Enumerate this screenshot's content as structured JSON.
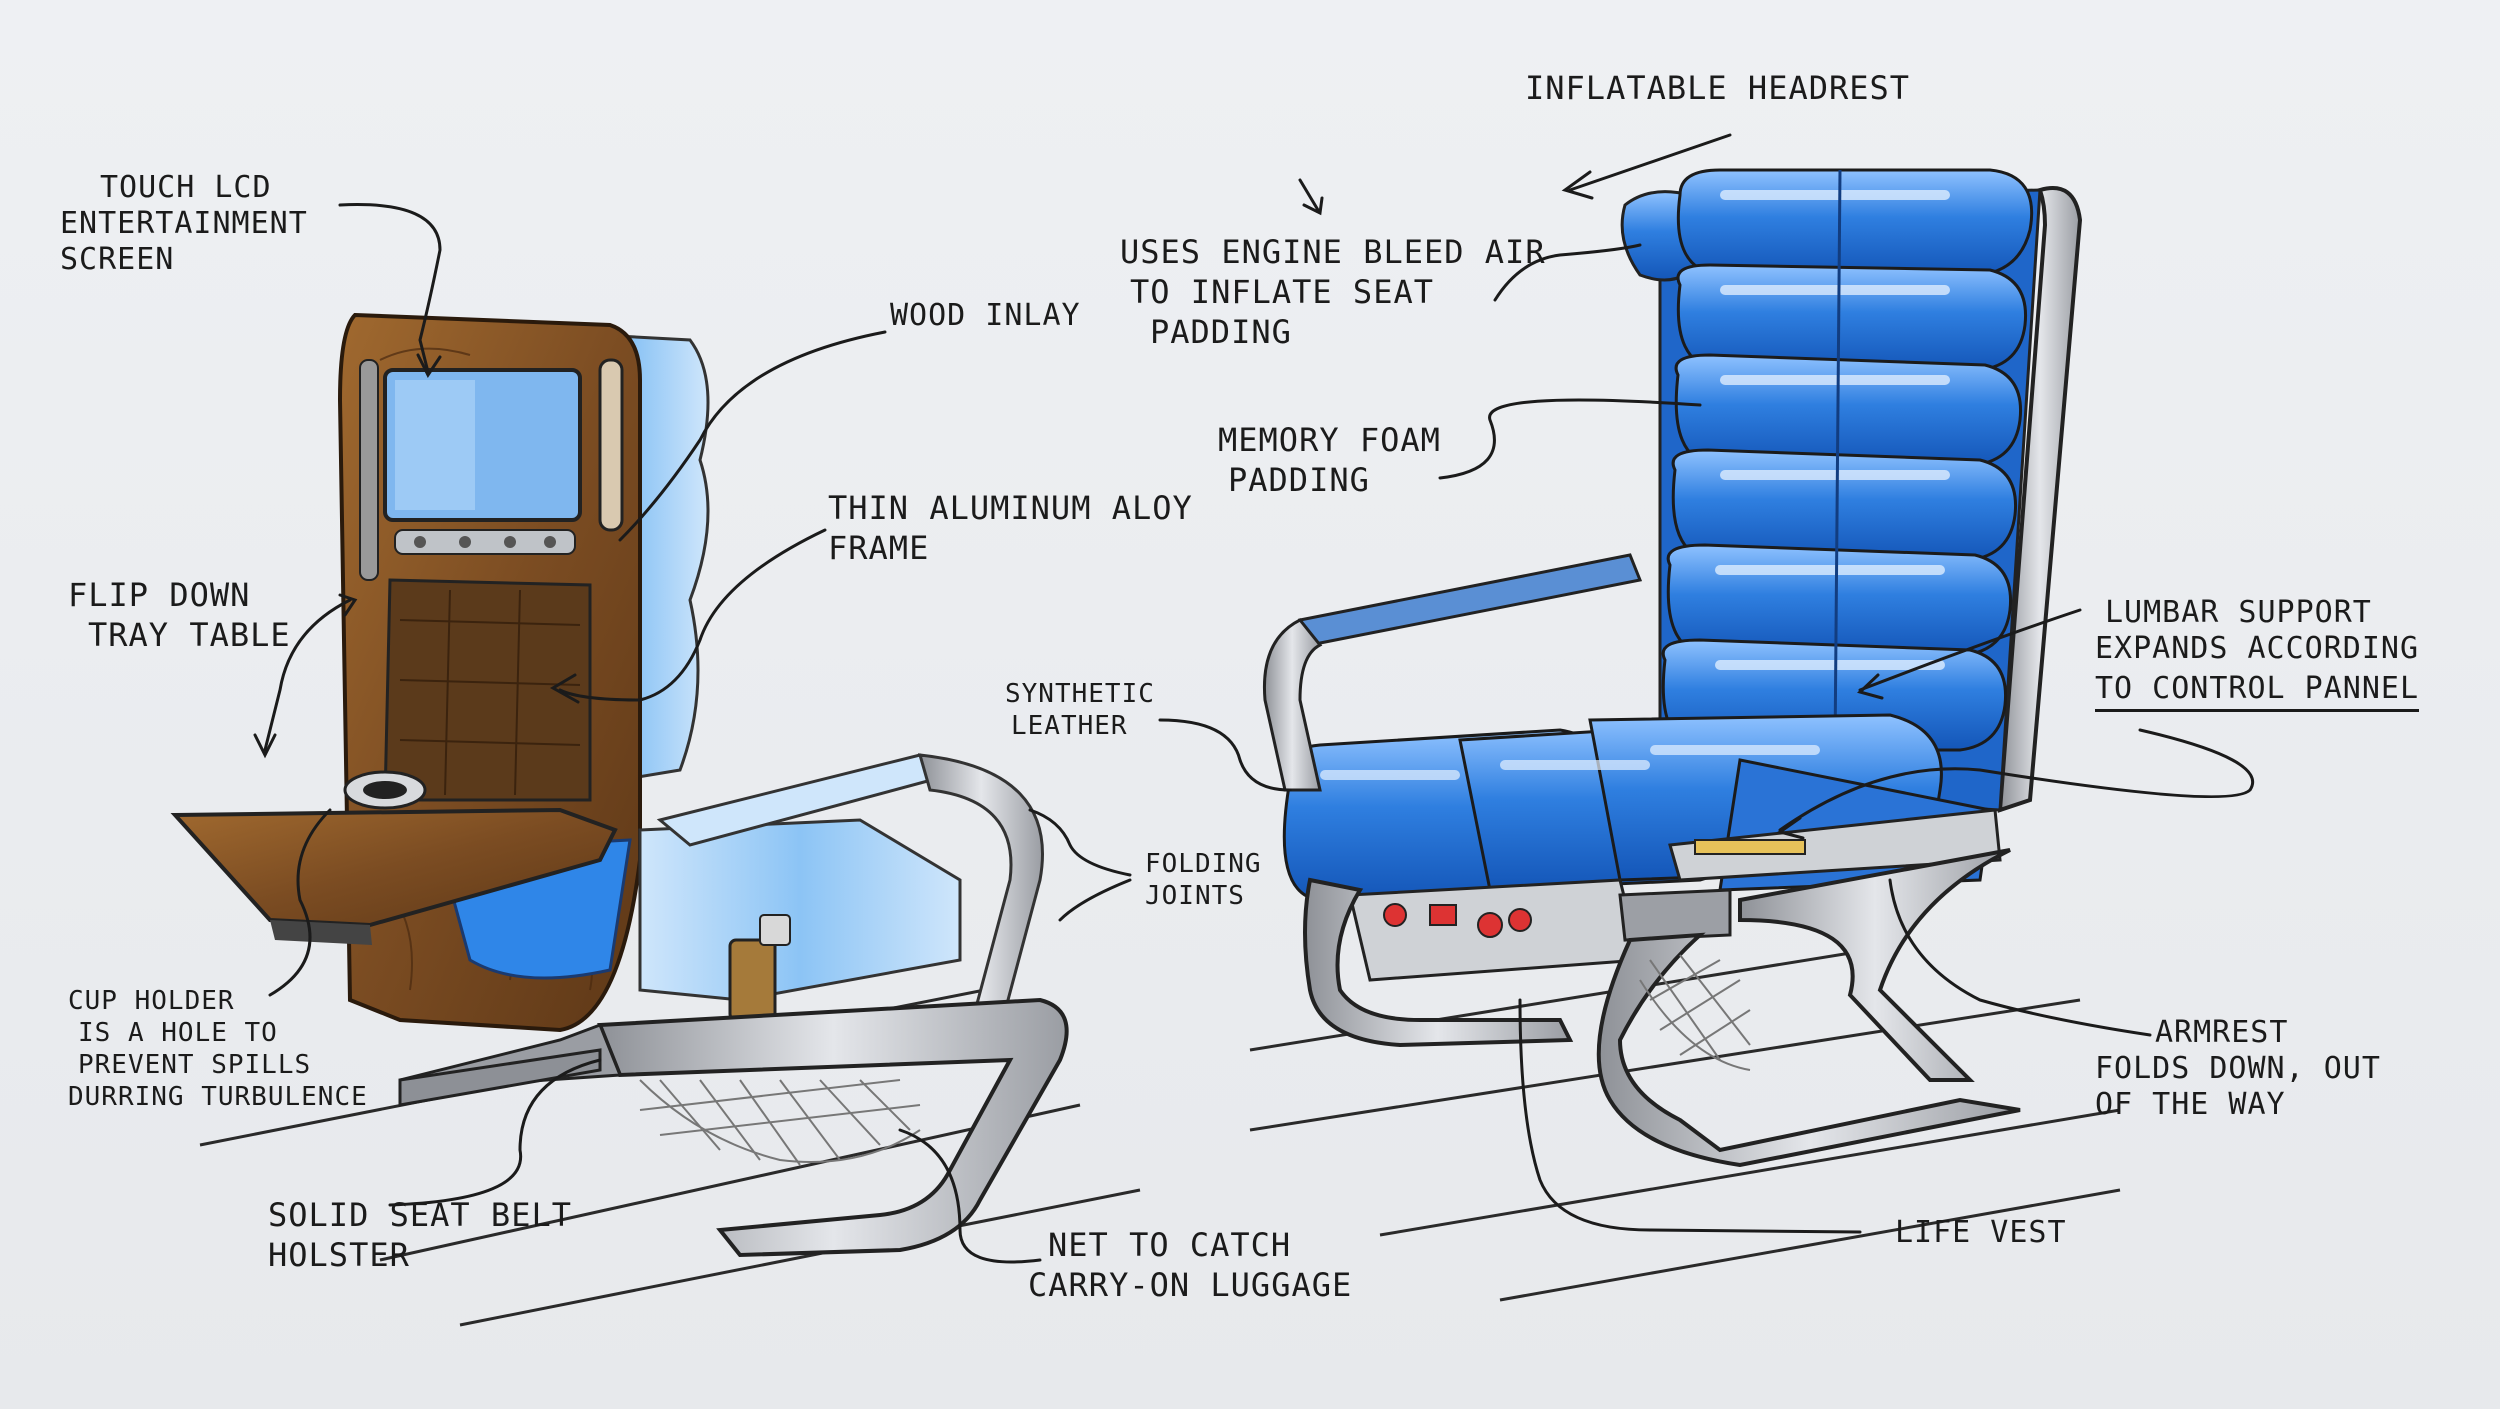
{
  "colors": {
    "paper": "#eceef1",
    "ink": "#1b1b1b",
    "seat_blue": "#2f7fe0",
    "seat_blue_dark": "#1456b8",
    "wood": "#8a5a2b",
    "aluminum": "#b9bcc2"
  },
  "labels": {
    "touch_lcd": [
      "TOUCH LCD",
      "ENTERTAINMENT",
      "SCREEN"
    ],
    "wood_inlay": "WOOD INLAY",
    "thin_frame": [
      "THIN ALUMINUM ALOY",
      "FRAME"
    ],
    "flip_down": [
      "FLIP DOWN",
      "TRAY TABLE"
    ],
    "cup_holder": [
      "CUP HOLDER",
      "IS A HOLE TO",
      "PREVENT SPILLS",
      "DURRING TURBULENCE"
    ],
    "seat_belt": [
      "SOLID SEAT BELT",
      "HOLSTER"
    ],
    "net": [
      "NET TO CATCH",
      "CARRY-ON LUGGAGE"
    ],
    "synthetic": [
      "SYNTHETIC",
      "LEATHER"
    ],
    "folding": [
      "FOLDING",
      "JOINTS"
    ],
    "headrest": "INFLATABLE HEADREST",
    "engine": [
      "USES ENGINE BLEED AIR",
      "TO INFLATE SEAT",
      "PADDING"
    ],
    "memory": [
      "MEMORY FOAM",
      "PADDING"
    ],
    "lumbar": [
      "LUMBAR SUPPORT",
      "EXPANDS ACCORDING",
      "TO CONTROL PANNEL"
    ],
    "armrest": [
      "ARMREST",
      "FOLDS DOWN, OUT",
      "OF THE WAY"
    ],
    "life_vest": "LIFE VEST"
  }
}
